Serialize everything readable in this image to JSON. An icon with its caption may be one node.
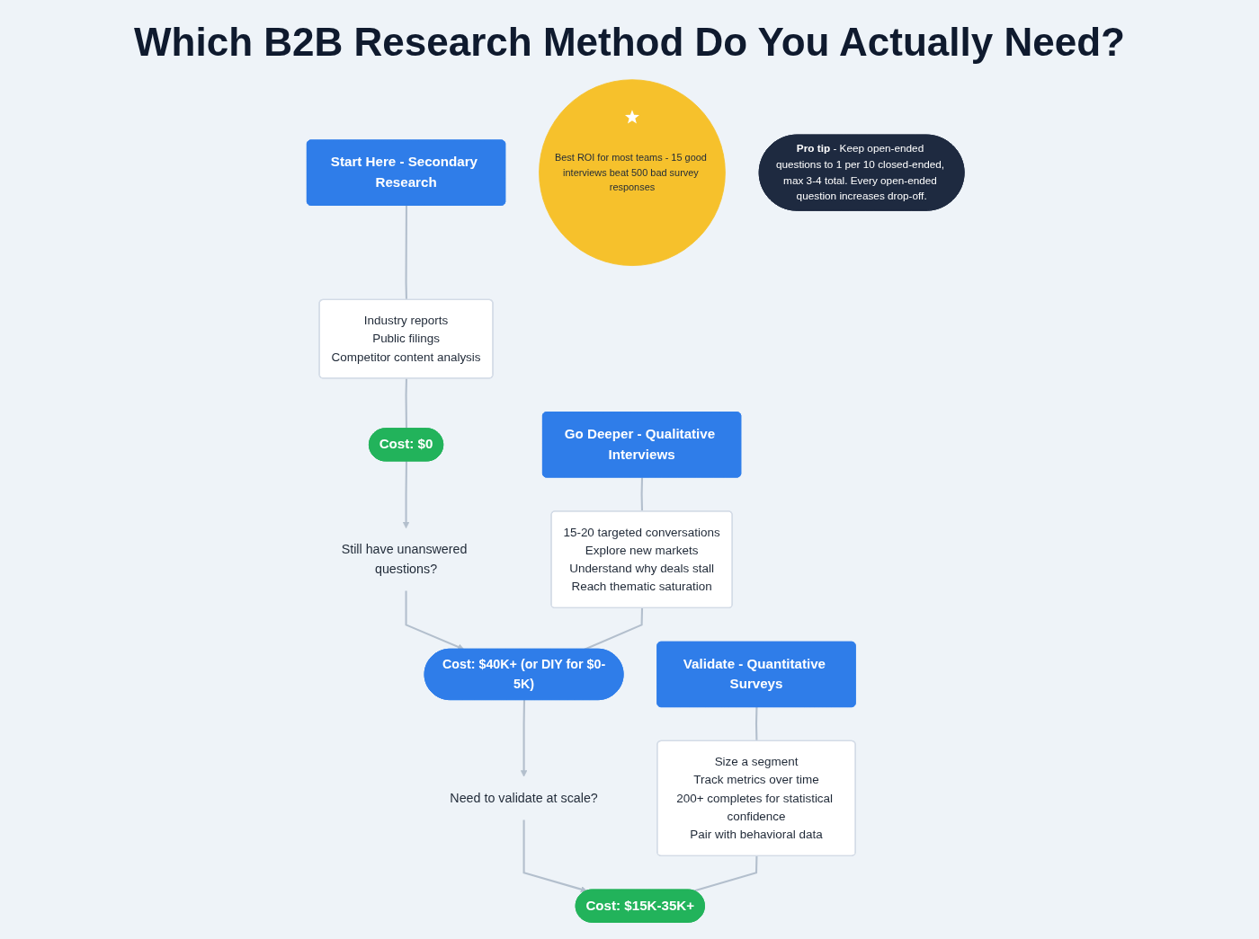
{
  "diagram": {
    "title": "Which B2B Research Method Do You Actually Need?",
    "nodes": [
      {
        "text": [
          "Start Here - Secondary Research"
        ]
      },
      {
        "text": [
          "Industry reports",
          "Public filings",
          "Competitor content analysis"
        ]
      },
      {
        "text": [
          "Cost: $0"
        ]
      },
      {
        "text": [
          "Still have unanswered questions?"
        ]
      },
      {
        "text": [
          "Go Deeper - Qualitative Interviews"
        ]
      },
      {
        "text": [
          "15-20 targeted conversations",
          "Explore new markets",
          "Understand why deals stall",
          "Reach thematic saturation"
        ]
      },
      {
        "text": [
          "Cost: $40K+ (or DIY for $0-5K)"
        ]
      },
      {
        "text": [
          "Best ROI for most teams - 15 good interviews beat 500 bad survey responses"
        ]
      },
      {
        "text": [
          "Need to validate at scale?"
        ]
      },
      {
        "text": [
          "Validate - Quantitative Surveys"
        ]
      },
      {
        "text": [
          "Size a segment",
          "Track metrics over time",
          "200+ completes for statistical confidence",
          "Pair with behavioral data"
        ]
      },
      {
        "text": [
          "Cost: $15K-35K+"
        ]
      },
      {
        "text": [
          "**Pro tip** - Keep open-ended questions to 1 per 10 closed-ended, max 3-4 total. Every open-ended question increases drop-off."
        ]
      }
    ],
    "edges": [
      {
        "from": 0,
        "to": 1,
        "arrow": "none"
      },
      {
        "from": 1,
        "to": 2,
        "arrow": "none"
      },
      {
        "from": 2,
        "to": 3,
        "arrow": "to"
      },
      {
        "from": 3,
        "to": 6,
        "arrow": "to"
      },
      {
        "from": 4,
        "to": 5,
        "arrow": "none"
      },
      {
        "from": 5,
        "to": 6,
        "arrow": "none"
      },
      {
        "from": 6,
        "to": 8,
        "arrow": "to"
      },
      {
        "from": 8,
        "to": 11,
        "arrow": "to"
      },
      {
        "from": 9,
        "to": 10,
        "arrow": "none"
      },
      {
        "from": 10,
        "to": 11,
        "arrow": "none"
      }
    ]
  }
}
